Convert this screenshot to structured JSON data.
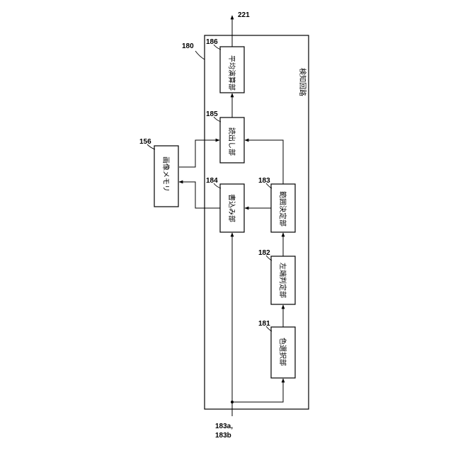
{
  "diagram": {
    "frame": {
      "ref": "180",
      "title": "検知回路"
    },
    "blocks": [
      {
        "id": "181",
        "label": "色選択部"
      },
      {
        "id": "182",
        "label": "左端判定部"
      },
      {
        "id": "183",
        "label": "範囲決定部"
      },
      {
        "id": "184",
        "label": "書込み部"
      },
      {
        "id": "185",
        "label": "読出し部"
      },
      {
        "id": "186",
        "label": "平均演算部"
      },
      {
        "id": "156",
        "label": "画像メモリ"
      }
    ],
    "terminals": {
      "output": "221",
      "input_a": "183a,",
      "input_b": "183b"
    }
  }
}
